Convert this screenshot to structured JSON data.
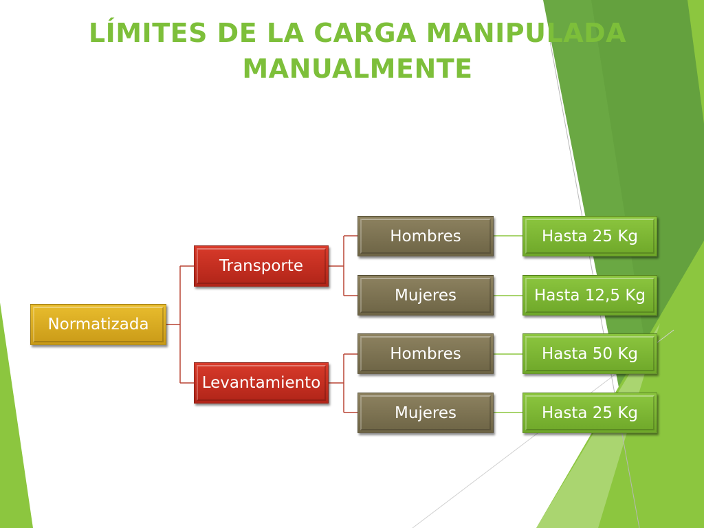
{
  "title": {
    "line1": "LÍMITES DE LA CARGA MANIPULADA",
    "line2": "MANUALMENTE"
  },
  "colors": {
    "title": "#7dbf3a",
    "root": "#d4a820",
    "category": "#c42e20",
    "group": "#7e7454",
    "limit": "#7cbb35",
    "connector": "#b84433"
  },
  "tree": {
    "root": "Normatizada",
    "transporte": {
      "label": "Transporte",
      "hombres": "Hombres",
      "hombres_limit": "Hasta 25 Kg",
      "mujeres": "Mujeres",
      "mujeres_limit": "Hasta 12,5 Kg"
    },
    "levantamiento": {
      "label": "Levantamiento",
      "hombres": "Hombres",
      "hombres_limit": "Hasta 50 Kg",
      "mujeres": "Mujeres",
      "mujeres_limit": "Hasta 25 Kg"
    }
  }
}
